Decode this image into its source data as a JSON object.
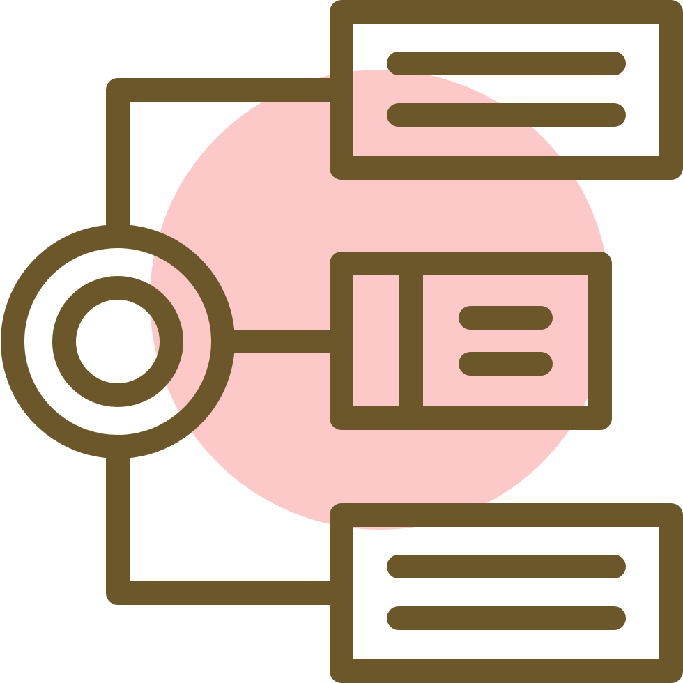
{
  "icon": {
    "name": "flowchart-hierarchy-icon",
    "colors": {
      "stroke": "#6B5729",
      "accent_circle": "#FCC8C8",
      "background": "#FFFFFF"
    },
    "nodes": [
      {
        "name": "root-node",
        "shape": "concentric-circles"
      },
      {
        "name": "top-card",
        "shape": "rectangle-with-lines",
        "lines": 2
      },
      {
        "name": "middle-card",
        "shape": "rectangle-with-sidebar-and-lines",
        "lines": 2
      },
      {
        "name": "bottom-card",
        "shape": "rectangle-with-lines",
        "lines": 2
      }
    ]
  }
}
